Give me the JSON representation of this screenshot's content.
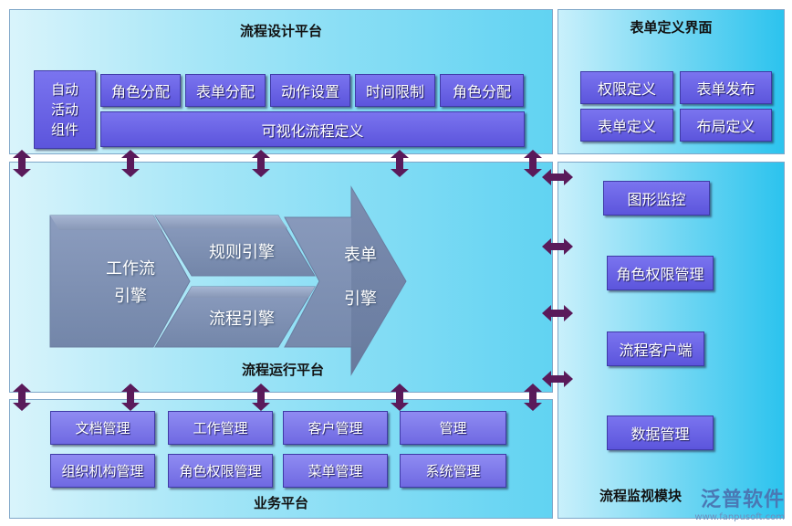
{
  "panels": {
    "design": "流程设计平台",
    "runtime": "流程运行平台",
    "business": "业务平台",
    "form_ui": "表单定义界面",
    "monitor": "流程监视模块"
  },
  "design": {
    "auto_component": "自动\n活动\n组件",
    "tabs": [
      "角色分配",
      "表单分配",
      "动作设置",
      "时间限制",
      "角色分配"
    ],
    "visual_def": "可视化流程定义"
  },
  "form_ui": {
    "items": [
      "权限定义",
      "表单发布",
      "表单定义",
      "布局定义"
    ]
  },
  "engines": {
    "workflow": "工作流\n引擎",
    "rules": "规则引擎",
    "process": "流程引擎",
    "form": "表单\n\n引擎"
  },
  "monitor": {
    "items": [
      "图形监控",
      "角色权限管理",
      "流程客户端",
      "数据管理"
    ]
  },
  "business": {
    "items": [
      "文档管理",
      "工作管理",
      "客户管理",
      "管理",
      "组织机构管理",
      "角色权限管理",
      "菜单管理",
      "系统管理"
    ]
  },
  "watermark": {
    "text": "泛普软件",
    "url": "www.fanpusoft.com"
  },
  "colors": {
    "box": "#5c55dc",
    "arrow": "#5a1a5a",
    "engine": "#8d9fc0"
  }
}
